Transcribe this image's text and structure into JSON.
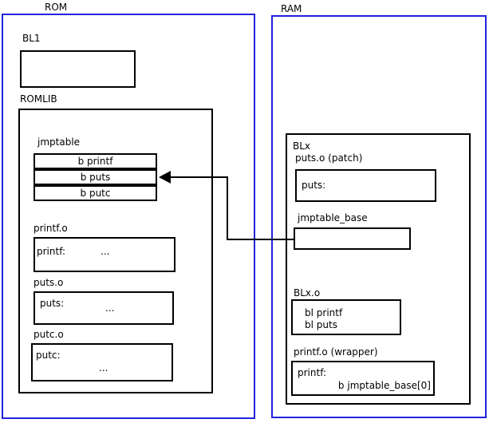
{
  "colors": {
    "container_border": "#2222dd",
    "box_border": "#000000",
    "text": "#000000",
    "background": "#ffffff"
  },
  "rom": {
    "title": "ROM",
    "bl1": {
      "label": "BL1"
    },
    "romlib": {
      "label": "ROMLIB",
      "jmptable": {
        "label": "jmptable",
        "entries": [
          "b printf",
          "b puts",
          "b putc"
        ]
      },
      "printf_o": {
        "label": "printf.o",
        "symbol": "printf:",
        "body": "..."
      },
      "puts_o": {
        "label": "puts.o",
        "symbol": "puts:",
        "body": "..."
      },
      "putc_o": {
        "label": "putc.o",
        "symbol": "putc:",
        "body": "..."
      }
    }
  },
  "ram": {
    "title": "RAM",
    "blx": {
      "label": "BLx",
      "puts_patch": {
        "label": "puts.o (patch)",
        "symbol": "puts:"
      },
      "jmptable_base": {
        "label": "jmptable_base"
      },
      "blx_o": {
        "label": "BLx.o",
        "instructions": [
          "bl printf",
          "bl puts"
        ]
      },
      "printf_wrapper": {
        "label": "printf.o (wrapper)",
        "symbol": "printf:",
        "instruction": "b jmptable_base[0]"
      }
    }
  }
}
